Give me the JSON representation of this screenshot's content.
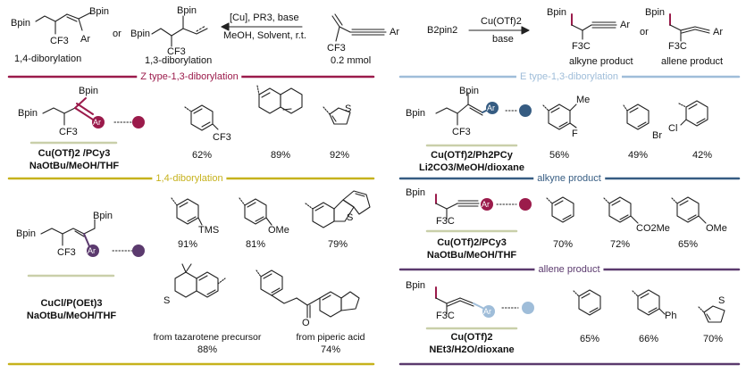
{
  "colors": {
    "z_type": "#9b1b4b",
    "e_type": "#9fbdd9",
    "one_four": "#c6b21c",
    "alkyne": "#365c82",
    "allene": "#5b3a6e",
    "cond_box": "#c9cfa9",
    "ar_red": "#9b1b4b",
    "ar_navy": "#365c82",
    "ar_purple": "#5b3a6e",
    "ar_light": "#9fbdd9"
  },
  "header": {
    "prod14": {
      "bpin1": "Bpin",
      "bpin2": "Bpin",
      "cf3": "CF3",
      "ar": "Ar",
      "label": "1,4-diborylation"
    },
    "or1": "or",
    "prod13": {
      "bpin_top": "Bpin",
      "bpin_left": "Bpin",
      "cf3": "CF3",
      "label": "1,3-diborylation"
    },
    "cond_top": "[Cu], PR3, base",
    "cond_bottom": "MeOH, Solvent, r.t.",
    "sm": {
      "ar": "Ar",
      "cf3": "CF3",
      "amount": "0.2 mmol"
    },
    "b2pin2": "B2pin2",
    "cond2_top": "Cu(OTf)2",
    "cond2_bottom": "base",
    "alkyne_prod": {
      "bpin": "Bpin",
      "cf3": "F3C",
      "ar": "Ar",
      "label": "alkyne product"
    },
    "or2": "or",
    "allene_prod": {
      "bpin": "Bpin",
      "cf3": "F3C",
      "ar": "Ar",
      "label": "allene product"
    }
  },
  "sections": {
    "z_type": "Z type-1,3-diborylation",
    "e_type": "E type-1,3-diborylation",
    "one_four": "1,4-diborylation",
    "alkyne": "alkyne product",
    "allene": "allene product"
  },
  "panelA": {
    "bpin_top": "Bpin",
    "bpin_left": "Bpin",
    "cf3": "CF3",
    "ar": "Ar",
    "cond1": "Cu(OTf)2 /PCy3",
    "cond2": "NaOtBu/MeOH/THF",
    "items": [
      {
        "sub": "CF3",
        "yield": "62%"
      },
      {
        "sub": "",
        "yield": "89%"
      },
      {
        "sub": "S",
        "yield": "92%"
      }
    ]
  },
  "panelB": {
    "bpin_top": "Bpin",
    "bpin_left": "Bpin",
    "cf3": "CF3",
    "ar": "Ar",
    "cond1": "Cu(OTf)2/Ph2PCy",
    "cond2": "Li2CO3/MeOH/dioxane",
    "items": [
      {
        "sub": "Me",
        "sub2": "F",
        "yield": "56%"
      },
      {
        "sub": "Br",
        "yield": "49%"
      },
      {
        "sub": "Cl",
        "yield": "42%"
      }
    ]
  },
  "panelC": {
    "bpin_right": "Bpin",
    "bpin_left": "Bpin",
    "cf3": "CF3",
    "ar": "Ar",
    "cond1": "CuCl/P(OEt)3",
    "cond2": "NaOtBu/MeOH/THF",
    "items": [
      {
        "sub": "TMS",
        "yield": "91%"
      },
      {
        "sub": "OMe",
        "yield": "81%"
      },
      {
        "sub": "S",
        "yield": "79%"
      },
      {
        "sub": "S",
        "caption": "from tazarotene precursor",
        "yield": "88%"
      },
      {
        "sub": "O",
        "caption": "from piperic acid",
        "yield": "74%"
      }
    ]
  },
  "panelD": {
    "bpin": "Bpin",
    "cf3": "F3C",
    "ar": "Ar",
    "cond1": "Cu(OTf)2/PCy3",
    "cond2": "NaOtBu/MeOH/THF",
    "items": [
      {
        "sub": "",
        "yield": "70%"
      },
      {
        "sub": "CO2Me",
        "yield": "72%"
      },
      {
        "sub": "OMe",
        "yield": "65%"
      }
    ]
  },
  "panelE": {
    "bpin": "Bpin",
    "cf3": "F3C",
    "ar": "Ar",
    "cond1": "Cu(OTf)2",
    "cond2": "NEt3/H2O/dioxane",
    "items": [
      {
        "sub": "",
        "yield": "65%"
      },
      {
        "sub": "Ph",
        "yield": "66%"
      },
      {
        "sub": "S",
        "yield": "70%"
      }
    ]
  }
}
